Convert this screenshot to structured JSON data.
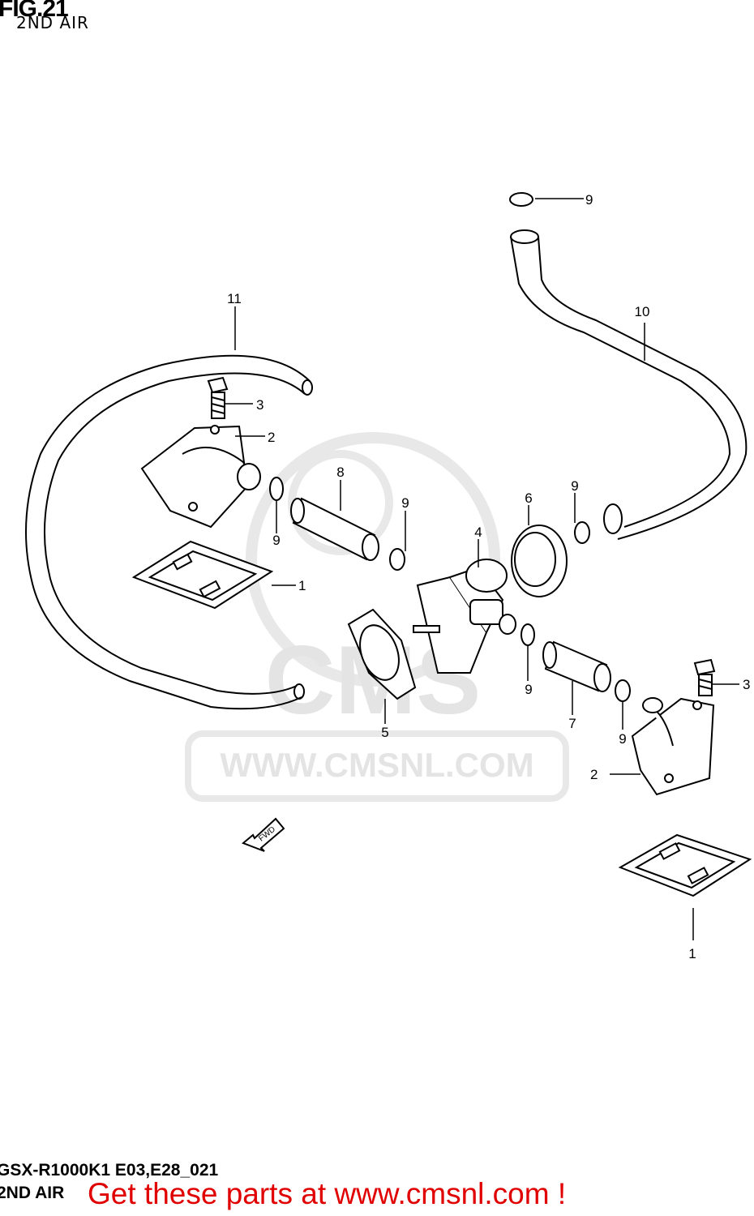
{
  "header": {
    "figure": "FIG.21",
    "subtitle": "2ND AIR"
  },
  "watermark": {
    "brand": "CMS",
    "url": "WWW.CMSNL.COM"
  },
  "direction_marker": {
    "label": "FWD"
  },
  "callouts": {
    "c1a": "1",
    "c1b": "1",
    "c2a": "2",
    "c2b": "2",
    "c3a": "3",
    "c3b": "3",
    "c4": "4",
    "c5": "5",
    "c6": "6",
    "c7": "7",
    "c8": "8",
    "c9a": "9",
    "c9b": "9",
    "c9c": "9",
    "c9d": "9",
    "c9e": "9",
    "c9f": "9",
    "c10": "10",
    "c11": "11"
  },
  "footer": {
    "code": "GSX-R1000K1 E03,E28_021",
    "section": "2ND AIR",
    "banner": "Get these parts at www.cmsnl.com !",
    "banner_color": "#e00000"
  }
}
